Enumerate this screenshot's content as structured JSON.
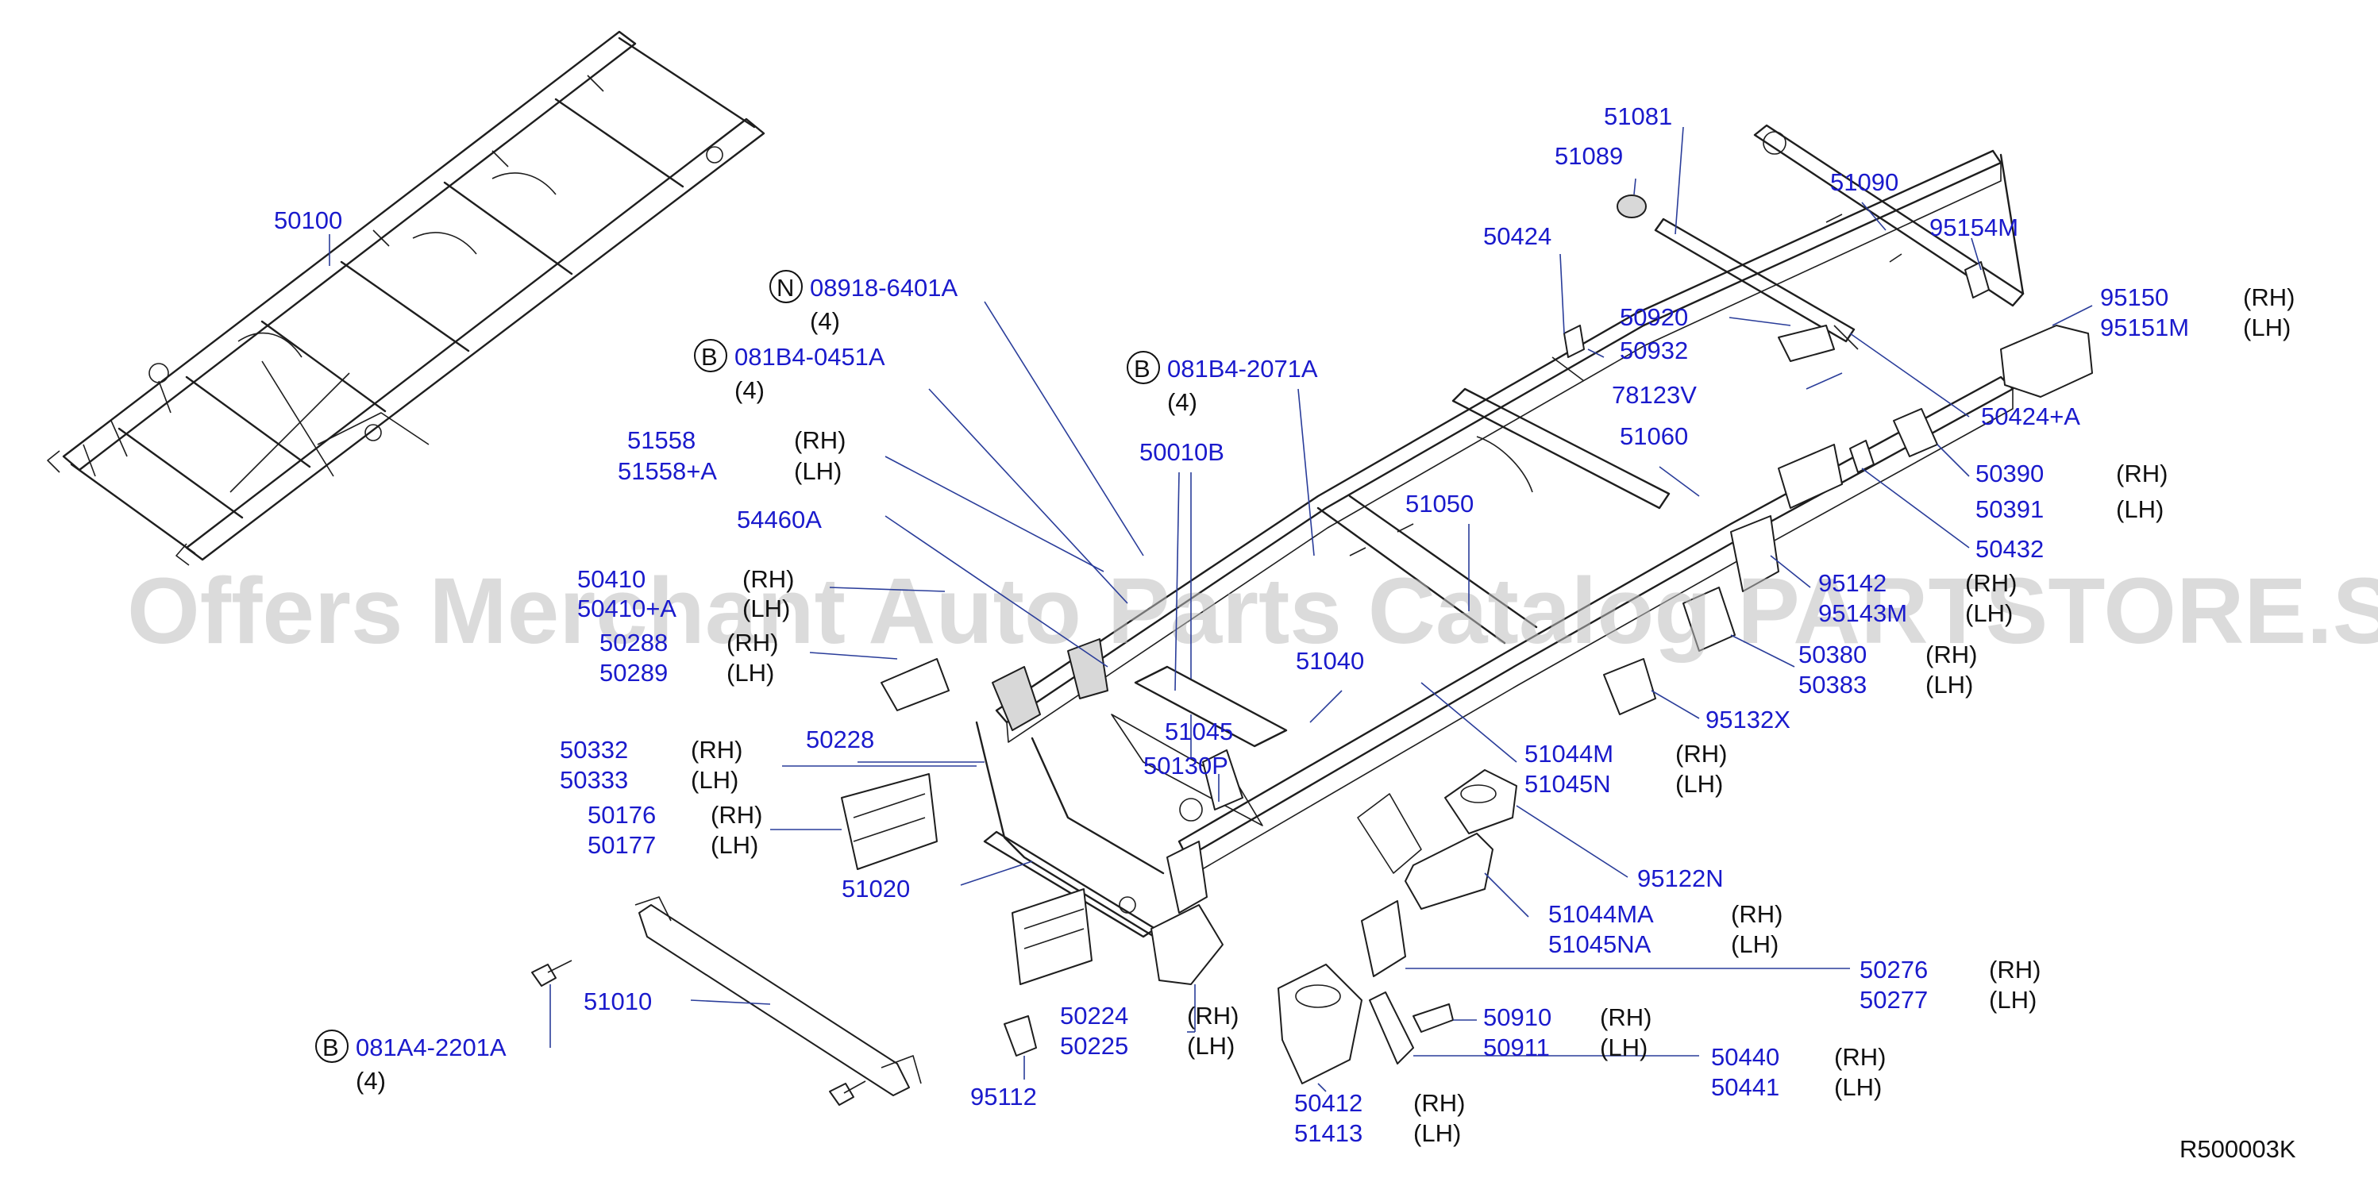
{
  "watermark": "Offers Merchant Auto Parts Catalog PARTSTORE.SA",
  "diagram_code": "R500003K",
  "labels": {
    "p50100": "50100",
    "n_prefix": "N",
    "p08918": "08918-6401A",
    "q08918": "(4)",
    "b1_prefix": "B",
    "p081B4_0451A": "081B4-0451A",
    "q081B4_0451A": "(4)",
    "b2_prefix": "B",
    "p081B4_2071A": "081B4-2071A",
    "q081B4_2071A": "(4)",
    "p51558": "51558",
    "p51558A": "51558+A",
    "p54460A": "54460A",
    "p50010B": "50010B",
    "p50410": "50410",
    "p50410A": "50410+A",
    "p50288": "50288",
    "p50289": "50289",
    "p50228": "50228",
    "p50332": "50332",
    "p50333": "50333",
    "p50176": "50176",
    "p50177": "50177",
    "p51020": "51020",
    "p51010": "51010",
    "b3_prefix": "B",
    "p081A4_2201A": "081A4-2201A",
    "q081A4_2201A": "(4)",
    "p95112": "95112",
    "p50224": "50224",
    "p50225": "50225",
    "p51045": "51045",
    "p50130P": "50130P",
    "p51040": "51040",
    "p51050": "51050",
    "p51060": "51060",
    "p51081": "51081",
    "p51089": "51089",
    "p51090": "51090",
    "p95154M": "95154M",
    "p50424": "50424",
    "p50920": "50920",
    "p50932": "50932",
    "p78123V": "78123V",
    "p50424A": "50424+A",
    "p95150": "95150",
    "p95151M": "95151M",
    "p50390": "50390",
    "p50391": "50391",
    "p50432": "50432",
    "p95142": "95142",
    "p95143M": "95143M",
    "p50380": "50380",
    "p50383": "50383",
    "p95132X": "95132X",
    "p51044M": "51044M",
    "p51045N": "51045N",
    "p95122N": "95122N",
    "p51044MA": "51044MA",
    "p51045NA": "51045NA",
    "p50276": "50276",
    "p50277": "50277",
    "p50910": "50910",
    "p50911": "50911",
    "p50440": "50440",
    "p50441": "50441",
    "p50412": "50412",
    "p51413": "51413"
  },
  "sides": {
    "rh": "(RH)",
    "lh": "(LH)"
  }
}
